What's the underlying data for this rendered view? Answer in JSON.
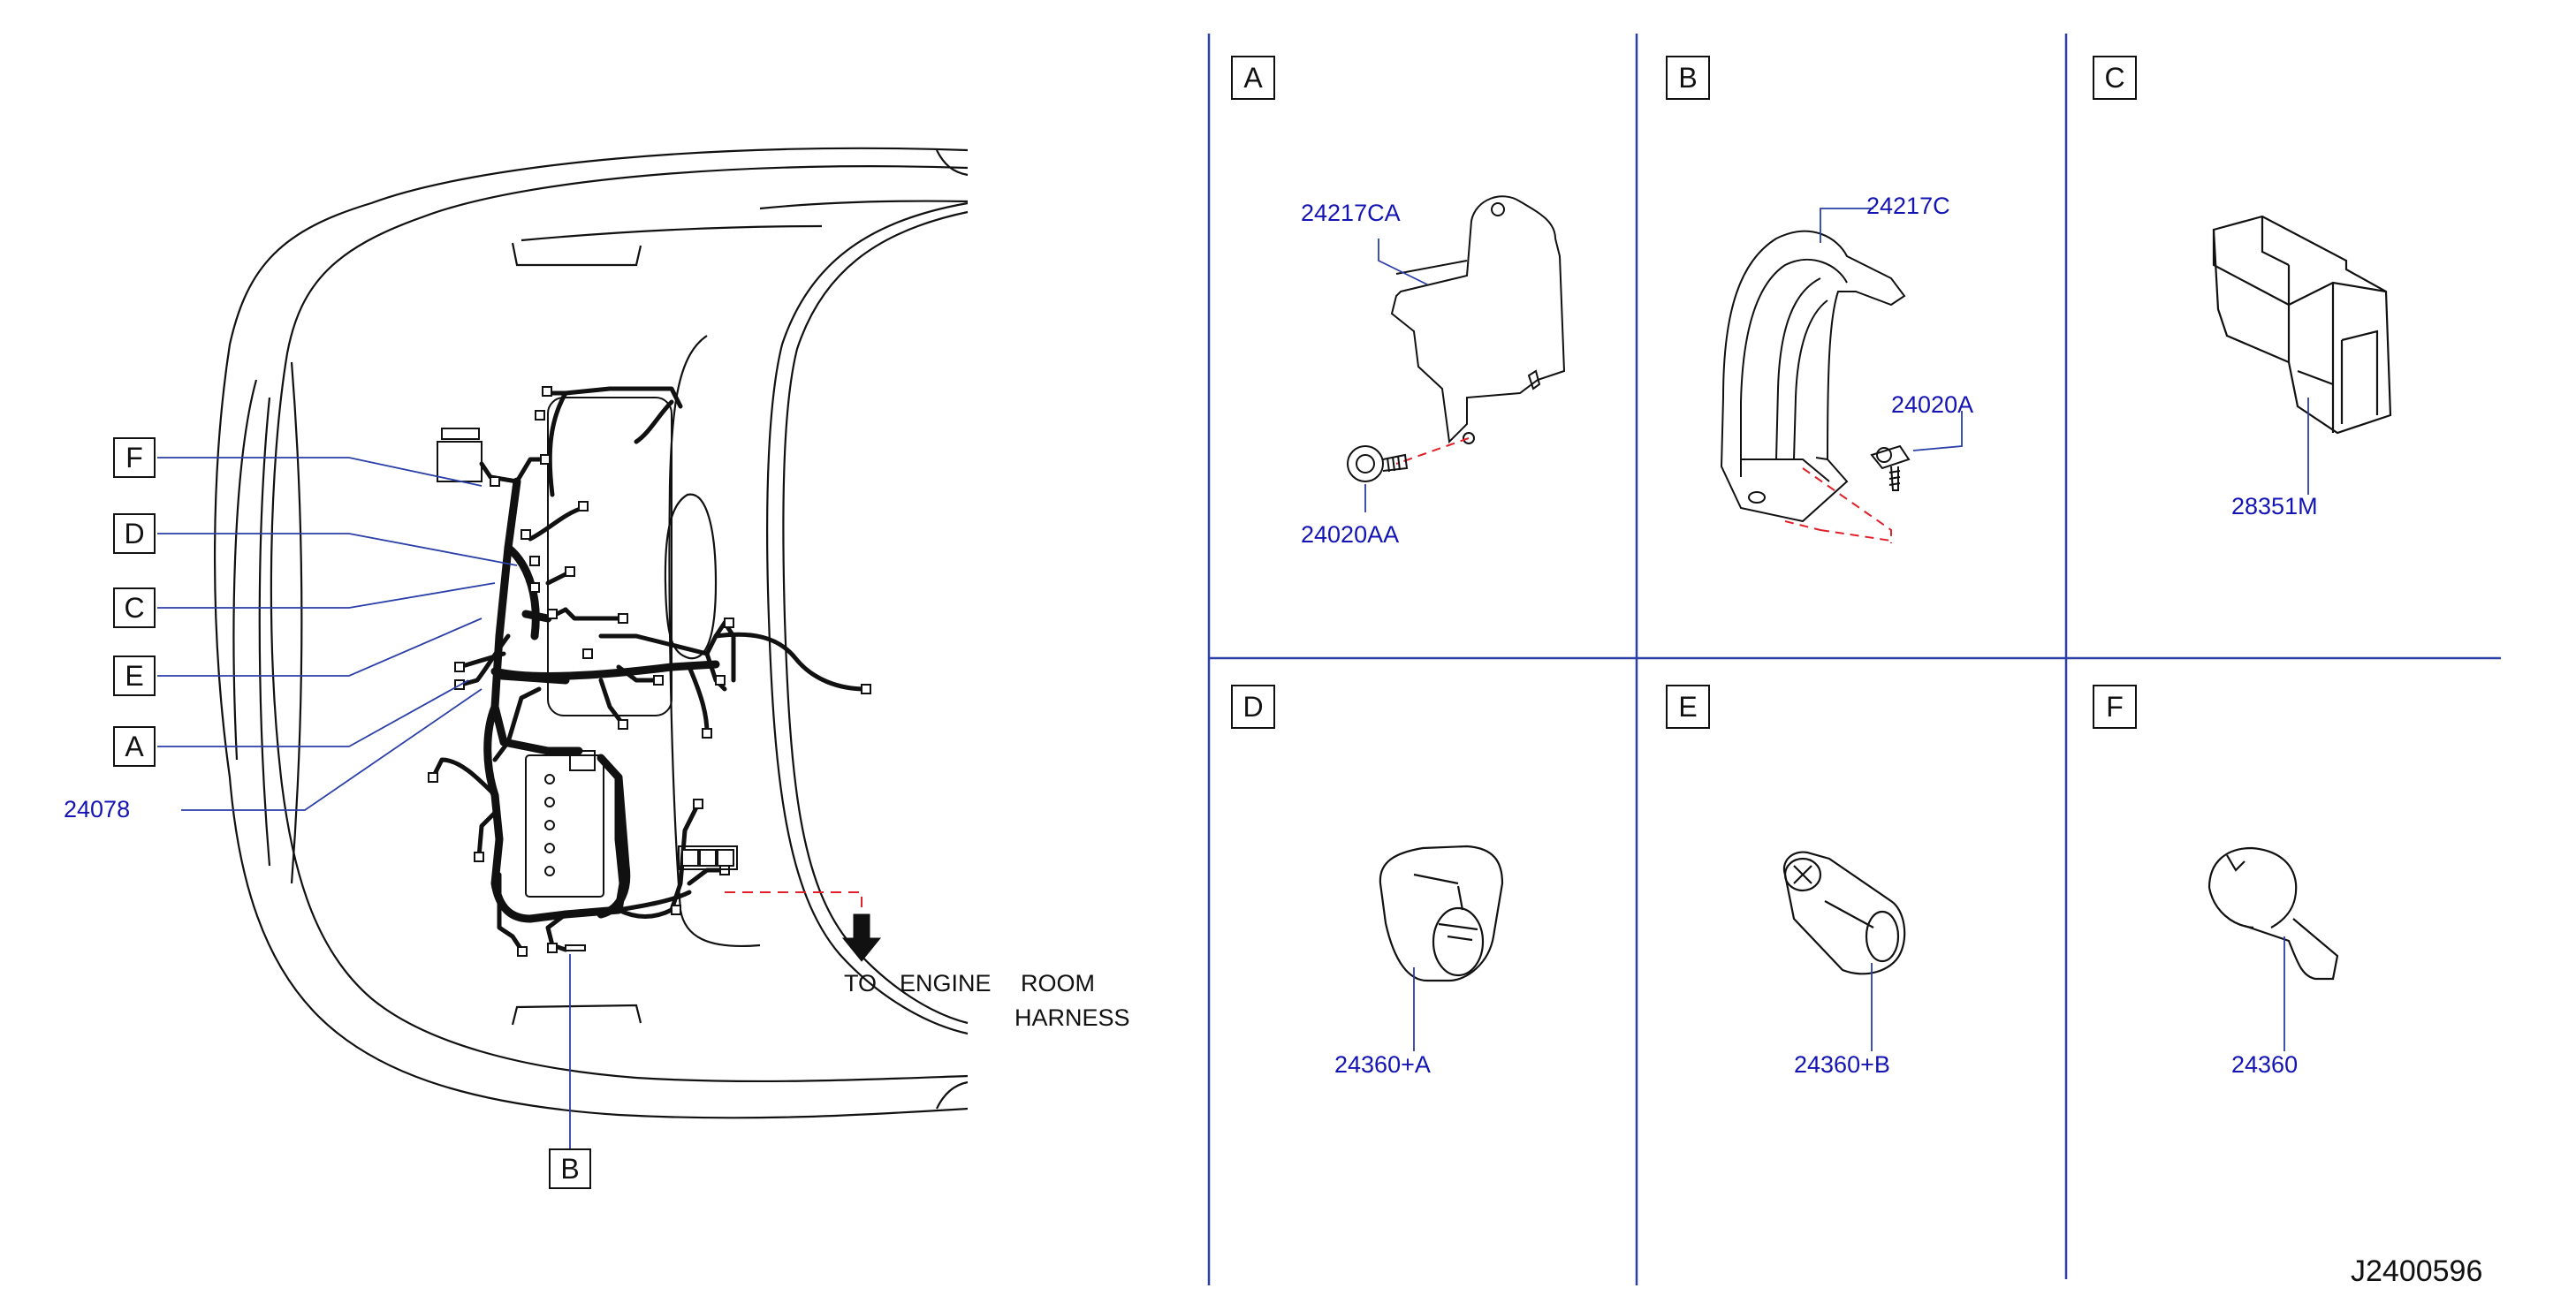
{
  "main_view": {
    "callouts": [
      {
        "key": "F",
        "letter": "F"
      },
      {
        "key": "D",
        "letter": "D"
      },
      {
        "key": "C",
        "letter": "C"
      },
      {
        "key": "E",
        "letter": "E"
      },
      {
        "key": "A",
        "letter": "A"
      },
      {
        "key": "B",
        "letter": "B"
      }
    ],
    "part_24078": "24078",
    "note_line1_words": [
      "TO",
      "ENGINE",
      "ROOM"
    ],
    "note_line2": "HARNESS"
  },
  "panels": [
    {
      "letter": "A",
      "parts": [
        "24217CA",
        "24020AA"
      ]
    },
    {
      "letter": "B",
      "parts": [
        "24217C",
        "24020A"
      ]
    },
    {
      "letter": "C",
      "parts": [
        "28351M"
      ]
    },
    {
      "letter": "D",
      "parts": [
        "24360+A"
      ]
    },
    {
      "letter": "E",
      "parts": [
        "24360+B"
      ]
    },
    {
      "letter": "F",
      "parts": [
        "24360"
      ]
    }
  ],
  "diagram_id": "J2400596",
  "colors": {
    "line": "#111111",
    "label": "#1414b4",
    "leader": "#1f2f9e",
    "dashed": "#e0202a"
  }
}
